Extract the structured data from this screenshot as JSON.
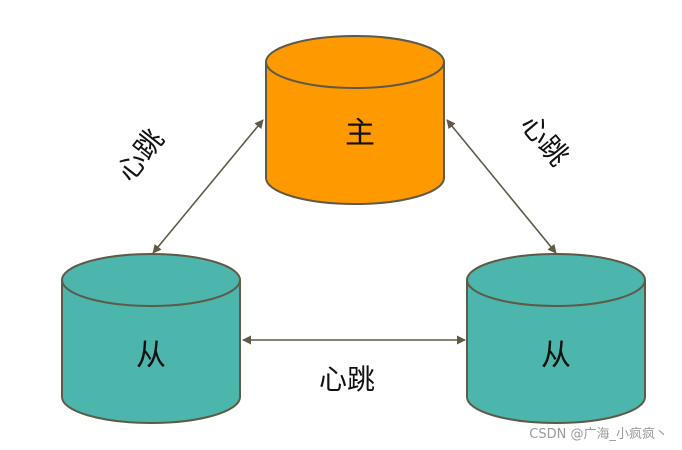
{
  "nodes": {
    "master": {
      "label": "主",
      "fill": "#FF9900",
      "top_fill": "#FF9900"
    },
    "slave_left": {
      "label": "从",
      "fill": "#4DB6AC",
      "top_fill": "#4DB6AC"
    },
    "slave_right": {
      "label": "从",
      "fill": "#4DB6AC",
      "top_fill": "#4DB6AC"
    }
  },
  "edges": {
    "left": {
      "label": "心跳"
    },
    "right": {
      "label": "心跳"
    },
    "bottom": {
      "label": "心跳"
    }
  },
  "stroke_color": "#5f5a48",
  "watermark": "CSDN @广海_小疯疯丶"
}
